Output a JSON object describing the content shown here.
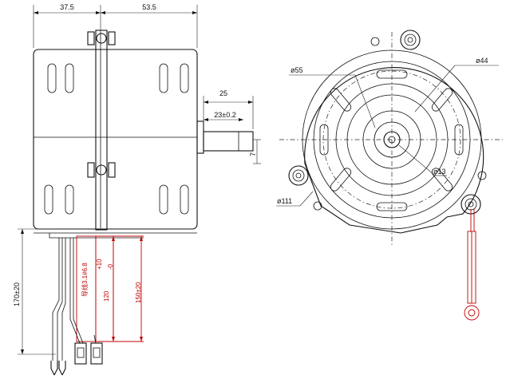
{
  "drawing": {
    "side_view": {
      "dim_top_left": "37.5",
      "dim_top_right": "53.5",
      "dim_shaft_length": "25",
      "dim_shaft_tol": "23±0.2",
      "dim_shaft_flat": "7",
      "dim_lead_total": "170±20",
      "dim_lead_red": "150±20",
      "dim_lead_cut": "120",
      "dim_lead_cut_tol_upper": "+10",
      "dim_lead_cut_tol_lower": "-0",
      "lead_tag": "导线3.1#6.8"
    },
    "front_view": {
      "dia_outer": "ø55",
      "dia_mid": "ø44",
      "dia_shaft": "ø13",
      "dia_mount": "ø111"
    },
    "colors": {
      "ink": "#111111",
      "red": "#c00000"
    }
  }
}
